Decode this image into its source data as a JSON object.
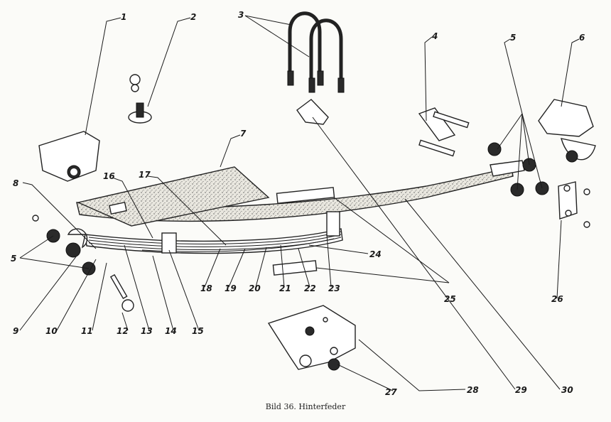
{
  "caption": "Bild 36. Hinterfeder",
  "callouts": [
    "1",
    "2",
    "3",
    "4",
    "5",
    "6",
    "7",
    "8",
    "5",
    "9",
    "10",
    "11",
    "12",
    "13",
    "14",
    "15",
    "16",
    "17",
    "18",
    "19",
    "20",
    "21",
    "22",
    "23",
    "24",
    "25",
    "26",
    "27",
    "28",
    "29",
    "30"
  ],
  "colors": {
    "ink": "#1a1a1a",
    "paper": "#fbfbf8",
    "stipple": "#d8d6cc"
  }
}
